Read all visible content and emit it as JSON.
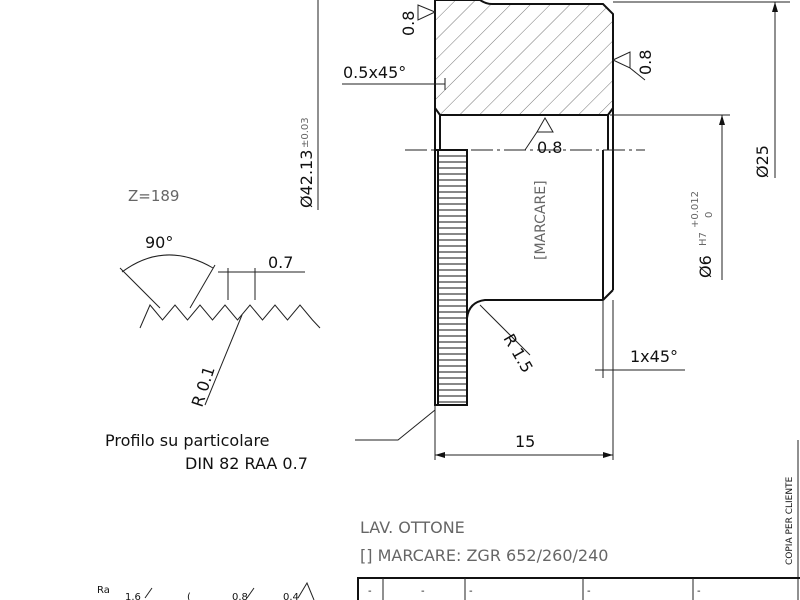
{
  "drawing": {
    "dimensions": {
      "roughness_top": "0.8",
      "roughness_right": "0.8",
      "roughness_bore": "0.8",
      "chamfer_top": "0.5x45°",
      "diameter_outer": "Ø42.13",
      "diameter_outer_tol": "±0.03",
      "diameter_25": "Ø25",
      "diameter_6": "Ø6",
      "diameter_6_fit": "H7",
      "diameter_6_tol_upper": "+0.012",
      "diameter_6_tol_lower": "0",
      "marking": "[MARCARE]",
      "fillet": "R 1.5",
      "chamfer_bottom": "1x45°",
      "length": "15"
    },
    "detail": {
      "teeth": "Z=189",
      "angle": "90°",
      "pitch": "0.7",
      "radius": "R 0.1"
    },
    "note_line1": "Profilo su particolare",
    "note_line2": "DIN 82 RAA 0.7",
    "material": "LAV. OTTONE",
    "marking_note": "[] MARCARE: ZGR 652/260/240",
    "side_label": "COPIA PER CLIENTE",
    "roughness_legend": {
      "label": "Ra",
      "values": [
        "1.6",
        "(",
        "0.8",
        "0.4"
      ]
    },
    "title_block": {
      "cells": [
        "-",
        "-",
        "-",
        "-",
        "-"
      ]
    }
  }
}
